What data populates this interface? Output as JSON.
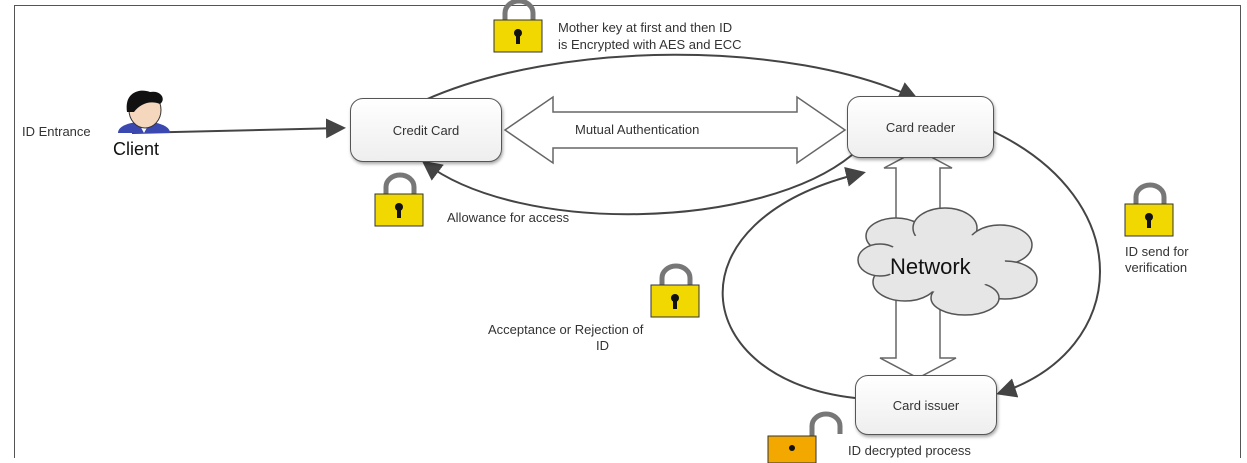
{
  "nodes": {
    "credit_card": "Credit Card",
    "card_reader": "Card reader",
    "card_issuer": "Card issuer"
  },
  "client": {
    "entrance_label": "ID Entrance",
    "name": "Client"
  },
  "network_label": "Network",
  "labels": {
    "mutual_auth": "Mutual Authentication",
    "encrypt_line1": "Mother key at first and then ID",
    "encrypt_line2": "is Encrypted with AES and ECC",
    "allowance": "Allowance for access",
    "id_send_line1": "ID send for",
    "id_send_line2": "verification",
    "accept_line1": "Acceptance or Rejection of",
    "accept_line2": "ID",
    "decrypted": "ID decrypted process"
  },
  "colors": {
    "lock_body": "#f0d800",
    "lock_shackle": "#777777",
    "open_lock_body": "#f3a800",
    "stroke": "#444444"
  },
  "icons": [
    "lock-icon",
    "unlocked-icon",
    "person-icon",
    "cloud-icon"
  ]
}
